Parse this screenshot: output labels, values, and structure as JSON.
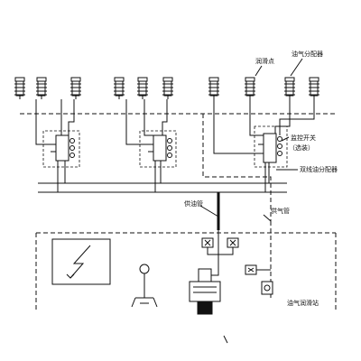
{
  "labels": {
    "lubrication_point": "润滑点",
    "oil_air_distributor": "油气分配器",
    "monitor_switch": "监控开关",
    "optional": "（选装）",
    "dual_line_distributor": "双线油分配器",
    "oil_supply_pipe": "供油管",
    "air_supply_pipe": "供气管",
    "oil_air_station": "油气润滑站"
  },
  "icons": {
    "lubrication_point": "lubrication-point-icon",
    "distributor_block": "distributor-block-icon",
    "pressure_gauge": "pressure-gauge-icon",
    "electric_panel": "electric-panel-icon",
    "pump": "pump-icon",
    "valve": "valve-icon"
  }
}
